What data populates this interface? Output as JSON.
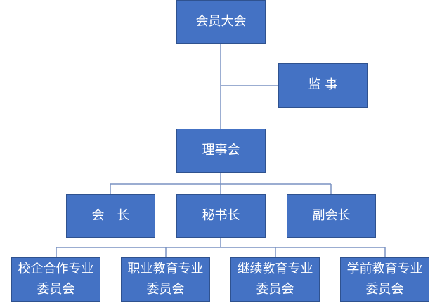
{
  "org_chart": {
    "assembly": "会员大会",
    "supervisor": "监 事",
    "council": "理事会",
    "president": "会　长",
    "secretary_general": "秘书长",
    "vice_president": "副会长",
    "committees": [
      "校企合作专业\n委员会",
      "职业教育专业\n委员会",
      "继续教育专业\n委员会",
      "学前教育专业\n委员会"
    ]
  },
  "colors": {
    "box_fill": "#4472c4",
    "box_border": "#2f528f",
    "connector": "#7a92c2",
    "text": "#ffffff"
  }
}
